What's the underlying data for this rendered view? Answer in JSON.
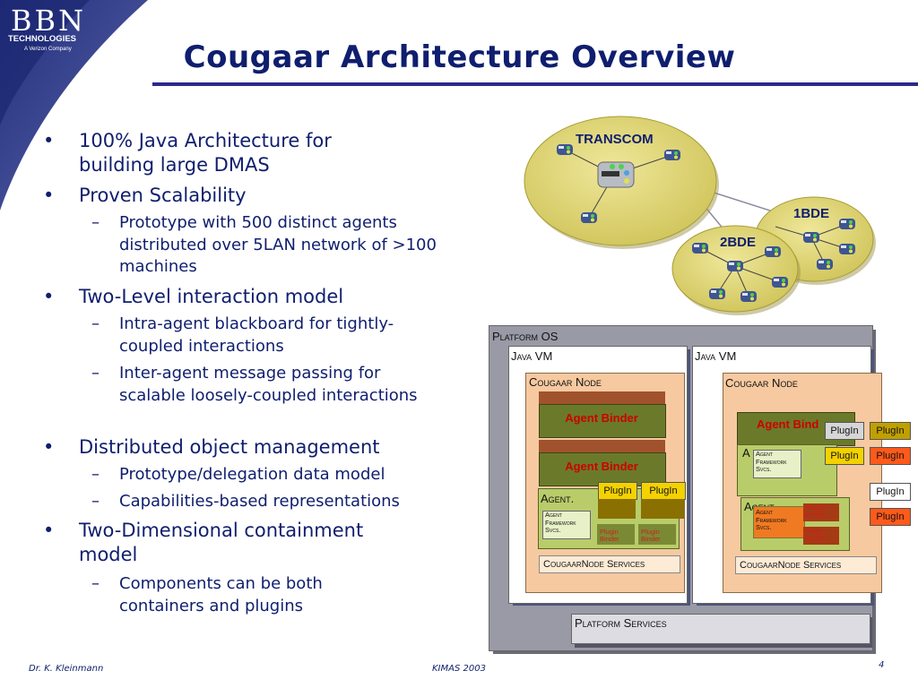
{
  "logo": {
    "name": "BBN",
    "subtitle": "TECHNOLOGIES",
    "tagline": "A Verizon Company"
  },
  "title": "Cougaar Architecture Overview",
  "bullets": [
    {
      "text": "100% Java Architecture for building large DMAS",
      "sub": []
    },
    {
      "text": "Proven Scalability",
      "sub": [
        "Prototype with 500 distinct agents distributed over 5LAN network of >100 machines"
      ]
    },
    {
      "text": "Two-Level interaction model",
      "sub": [
        "Intra-agent blackboard for tightly-coupled interactions",
        "Inter-agent message passing for scalable loosely-coupled interactions"
      ]
    },
    {
      "text": "Distributed object management",
      "sub": [
        "Prototype/delegation data model",
        "Capabilities-based representations"
      ]
    },
    {
      "text": "Two-Dimensional containment model",
      "sub": [
        "Components can be both containers and plugins"
      ]
    }
  ],
  "network": {
    "clusters": [
      "TRANSCOM",
      "1BDE",
      "2BDE"
    ],
    "colors": {
      "cluster_fill": "#d8cf6a",
      "cluster_edge": "#a89c30",
      "link": "#8a8aa0"
    }
  },
  "architecture": {
    "platform_os": "Platform OS",
    "java_vm": "Java VM",
    "cougaar_node": "Cougaar Node",
    "agent_binder": "Agent  Binder",
    "agent": "Agent.",
    "agent_cut": "Agent",
    "agent_letter": "A",
    "agent_binder_cut": "Agent  Bind",
    "agent_framework": "Agent\nFramework\nSvcs.",
    "plugin": "PlugIn",
    "plugin_binder": "Plugin\nBinder",
    "node_services": "CougaarNode Services",
    "platform_services": "Platform Services",
    "colors": {
      "platform": "#9a9aa6",
      "node": "#f6c9a0",
      "binder": "#6b7a2a",
      "plugin_yellow": "#f3d200",
      "plugin_orange": "#ff5a1a",
      "plugin_white": "#ffffff",
      "agent_green": "#b9cc6a"
    }
  },
  "footer": {
    "author": "Dr. K. Kleinmann",
    "event": "KIMAS 2003",
    "page": "4"
  },
  "colors": {
    "title": "#0f1e6e",
    "accent_bar": "#2a2a8a",
    "sidebar": "#2e3c8a"
  }
}
